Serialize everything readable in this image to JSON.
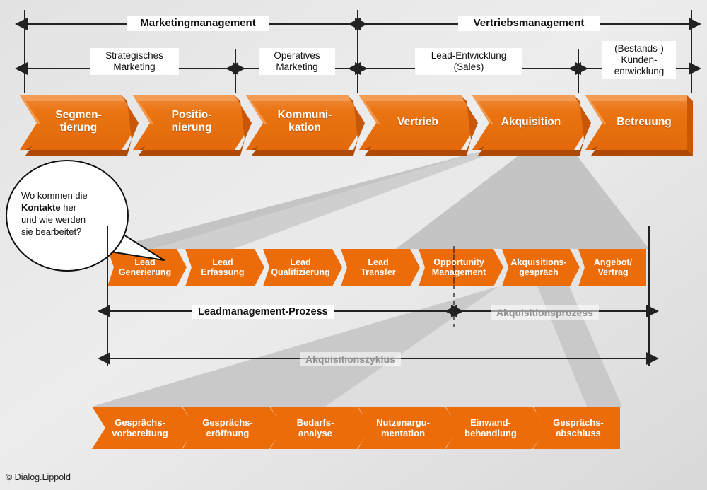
{
  "meta": {
    "copyright": "© Dialog.Lippold",
    "colors": {
      "orange": "#ea6f0c",
      "orange_dark": "#b54b05",
      "orange_light": "#f0883a",
      "grey_funnel": "#c6c6c6",
      "grey_funnel_light": "#dcdcdc",
      "background": "#e9e9e9",
      "line": "#222222",
      "faded_text": "#909090"
    }
  },
  "top_brackets": {
    "level1": [
      {
        "label": "Marketingmanagement",
        "bold": true
      },
      {
        "label": "Vertriebsmanagement",
        "bold": true
      }
    ],
    "level2": [
      {
        "label": "Strategisches\nMarketing"
      },
      {
        "label": "Operatives\nMarketing"
      },
      {
        "label": "Lead-Entwicklung\n(Sales)"
      },
      {
        "label": "(Bestands-)\nKunden-\nentwicklung"
      }
    ]
  },
  "row1_chevrons": [
    {
      "label": "Segmen-\ntierung"
    },
    {
      "label": "Positio-\nnierung"
    },
    {
      "label": "Kommuni-\nkation"
    },
    {
      "label": "Vertrieb"
    },
    {
      "label": "Akquisition"
    },
    {
      "label": "Betreuung"
    }
  ],
  "speech_bubble": {
    "line1": "Wo kommen die",
    "bold_word": "Kontakte",
    "line2_rest": " her",
    "line3": "und wie werden",
    "line4": "sie bearbeitet?"
  },
  "row2_chevrons": [
    {
      "label": "Lead\nGenerierung"
    },
    {
      "label": "Lead\nErfassung"
    },
    {
      "label": "Lead\nQualifizierung"
    },
    {
      "label": "Lead\nTransfer"
    },
    {
      "label": "Opportunity\nManagement"
    },
    {
      "label": "Akquisitions-\ngespräch"
    },
    {
      "label": "Angebot/\nVertrag"
    }
  ],
  "process_labels": {
    "leadmanagement": "Leadmanagement-Prozess",
    "akquisitionsprozess": "Akquisitionsprozess",
    "akquisitionszyklus": "Akquisitionszyklus"
  },
  "row3_chevrons": [
    {
      "label": "Gesprächs-\nvorbereitung"
    },
    {
      "label": "Gesprächs-\neröffnung"
    },
    {
      "label": "Bedarfs-\nanalyse"
    },
    {
      "label": "Nutzenargu-\nmentation"
    },
    {
      "label": "Einwand-\nbehandlung"
    },
    {
      "label": "Gesprächs-\nabschluss"
    }
  ]
}
